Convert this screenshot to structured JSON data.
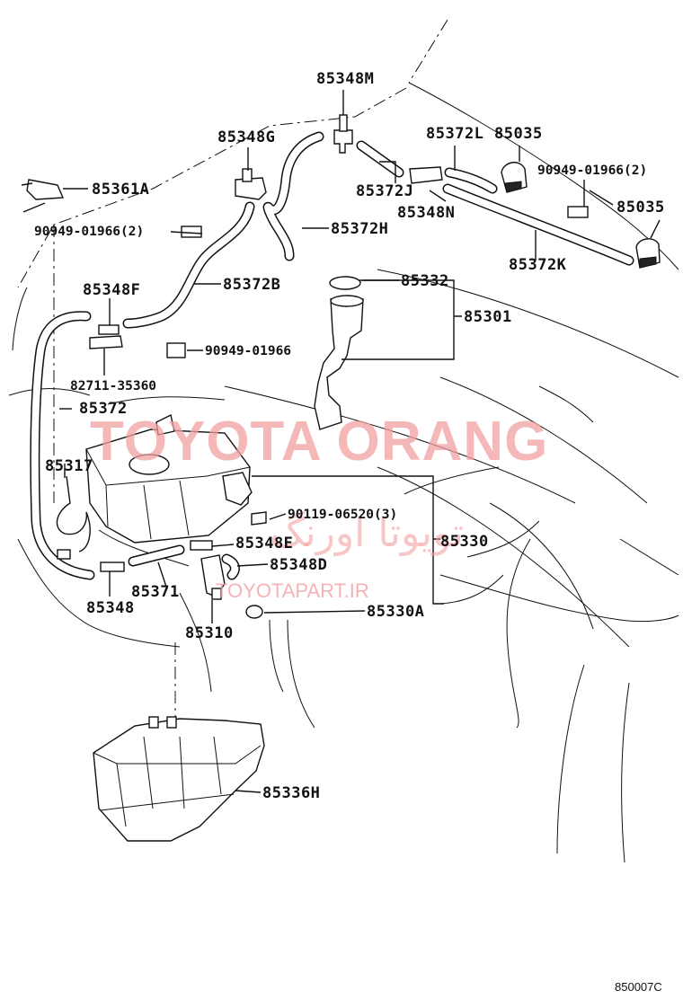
{
  "diagram": {
    "labels": {
      "p85348M": "85348M",
      "p85348G": "85348G",
      "p85372L": "85372L",
      "p85035a": "85035",
      "p90949_2a": "90949-01966(2)",
      "p85361A": "85361A",
      "p85372J": "85372J",
      "p85348N": "85348N",
      "p85035b": "85035",
      "p90949_2b": "90949-01966(2)",
      "p85372H": "85372H",
      "p85372K": "85372K",
      "p85348F": "85348F",
      "p85372B": "85372B",
      "p85332": "85332",
      "p85301": "85301",
      "p90949": "90949-01966",
      "p82711": "82711-35360",
      "p85372": "85372",
      "p85317": "85317",
      "p90119": "90119-06520(3)",
      "p85348E": "85348E",
      "p85330": "85330",
      "p85348D": "85348D",
      "p85371": "85371",
      "p85348": "85348",
      "p85330A": "85330A",
      "p85310": "85310",
      "p85336H": "85336H"
    },
    "diagram_code": "850007C"
  },
  "watermark": {
    "brand": "TOYOTA ORANG",
    "persian": "تویوتا اورنگ",
    "url": "TOYOTAPART.IR",
    "color": "#f2a0a0"
  }
}
